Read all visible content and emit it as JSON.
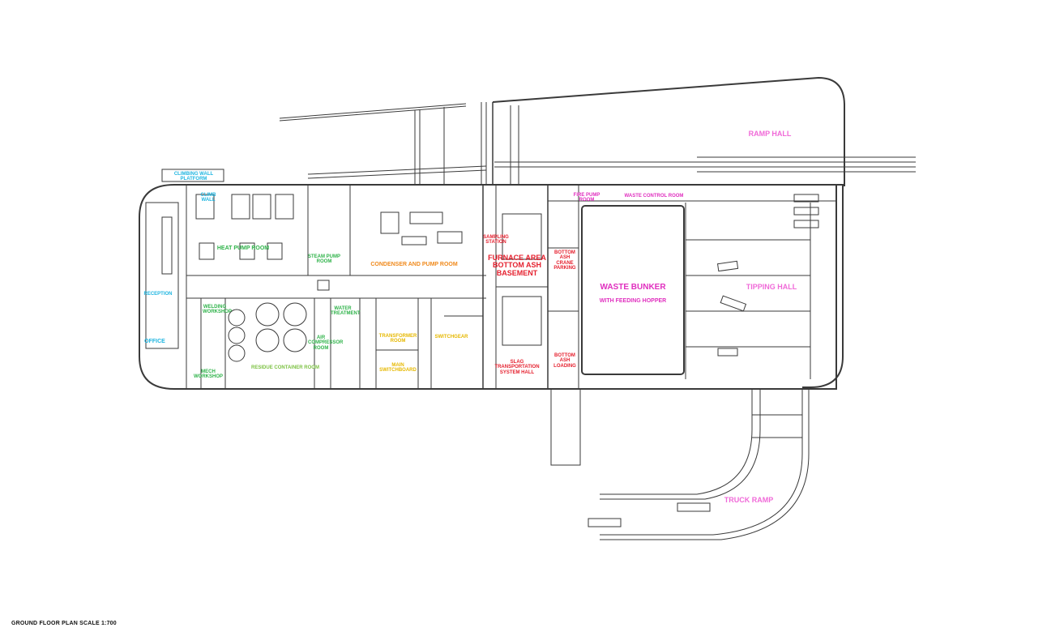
{
  "caption": "GROUND FLOOR PLAN SCALE 1:700",
  "colors": {
    "cyan": "#1fb5e0",
    "green": "#2fb34a",
    "lime": "#7cc243",
    "orange": "#f08a1c",
    "yellow": "#e6b800",
    "red": "#e5202e",
    "magenta": "#e02fbf",
    "pink": "#f06ad8",
    "line": "#3a3a3a"
  },
  "rooms": {
    "climbing_wall_platform": "CLIMBING WALL PLATFORM",
    "climbing_wall": "CLIMB\nWALL",
    "heat_pump_room": "HEAT PUMP ROOM",
    "steam_pump_room": "STEAM PUMP ROOM",
    "condenser_and_pump_room": "CONDENSER AND PUMP ROOM",
    "sampling_station": "SAMPLING\nSTATION",
    "furnace_area": "FURNACE AREA\nBOTTOM ASH\nBASEMENT",
    "bottom_ash_crane_parking": "BOTTOM ASH\nCRANE\nPARKING",
    "fire_pump_room": "FIRE PUMP ROOM",
    "waste_control_room": "WASTE CONTROL ROOM",
    "waste_bunker": "WASTE BUNKER",
    "feeding_hopper": "WITH FEEDING HOPPER",
    "tipping_hall": "TIPPING HALL",
    "ramp_hall": "RAMP HALL",
    "reception": "RECEPTION",
    "office": "OFFICE",
    "welding_workshop": "WELDING\nWORKSHOP",
    "mechanical_workshop": "MECH WORKSHOP",
    "residue_container_room": "RESIDUE CONTAINER ROOM",
    "air_compressor_room": "AIR\nCOMPRESSOR\nROOM",
    "water_treatment": "WATER\nTREATMENT",
    "transformer_room": "TRANSFORMER\nROOM",
    "switchgear_room": "SWITCHGEAR",
    "main_switchboard": "MAIN\nSWITCHBOARD",
    "bottom_ash_loading": "BOTTOM ASH\nLOADING",
    "slag_transportation": "SLAG\nTRANSPORTATION\nSYSTEM HALL",
    "truck_ramp": "TRUCK RAMP"
  }
}
